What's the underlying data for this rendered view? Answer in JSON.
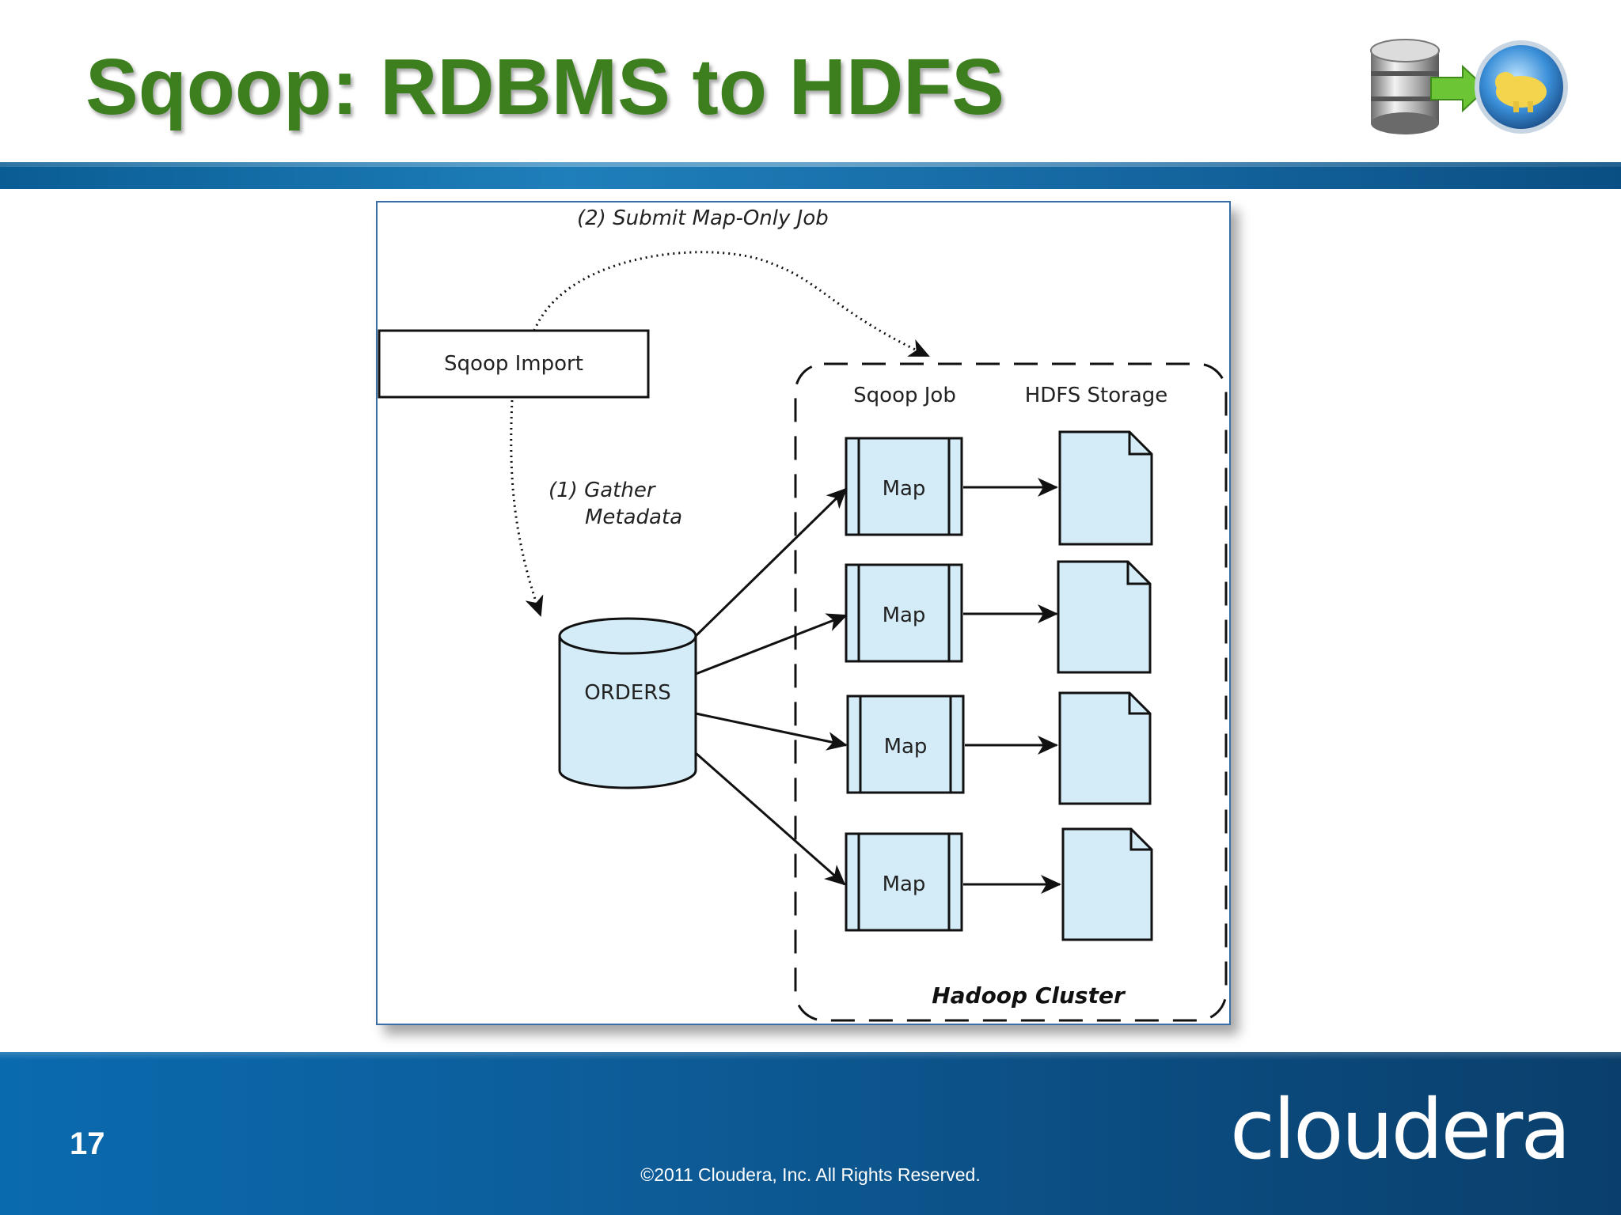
{
  "slide": {
    "title": "Sqoop: RDBMS to HDFS",
    "page_number": "17",
    "copyright": "©2011 Cloudera, Inc. All Rights Reserved.",
    "brand": "cloudera"
  },
  "diagram": {
    "submit_label": "(2) Submit Map-Only Job",
    "import_label": "Sqoop Import",
    "gather_line1": "(1) Gather",
    "gather_line2": "Metadata",
    "database_label": "ORDERS",
    "job_header": "Sqoop Job",
    "storage_header": "HDFS Storage",
    "cluster_label": "Hadoop Cluster",
    "map_labels": [
      "Map",
      "Map",
      "Map",
      "Map"
    ]
  },
  "colors": {
    "title": "#3d7f1f",
    "band": "#1566a0",
    "shape_fill": "#d4ecf7"
  }
}
